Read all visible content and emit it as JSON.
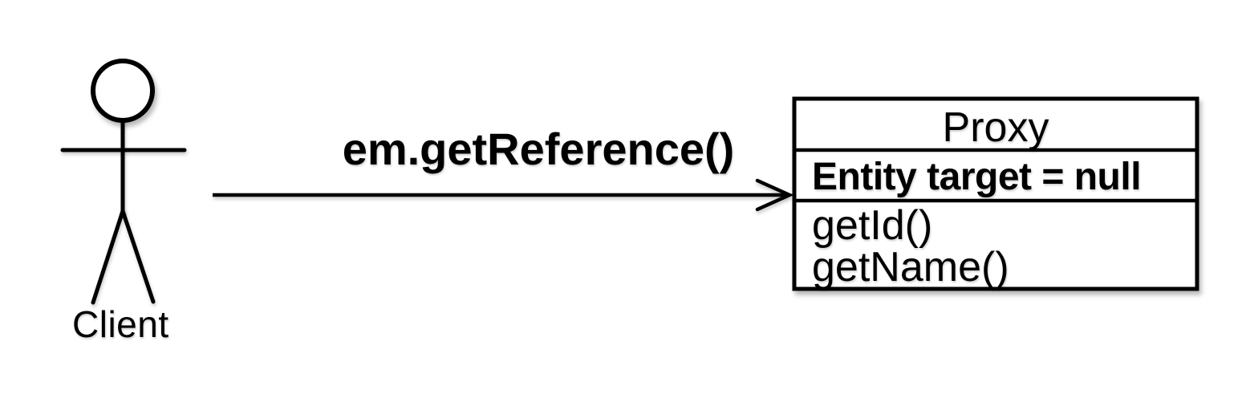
{
  "diagram": {
    "type": "uml-proxy-pattern",
    "colors": {
      "background": "#ffffff",
      "stroke": "#000000",
      "fill": "#ffffff"
    },
    "actor": {
      "label": "Client"
    },
    "message": {
      "label": "em.getReference()"
    },
    "class_box": {
      "title": "Proxy",
      "attributes": [
        "Entity target = null"
      ],
      "methods": [
        "getId()",
        "getName()"
      ]
    }
  }
}
